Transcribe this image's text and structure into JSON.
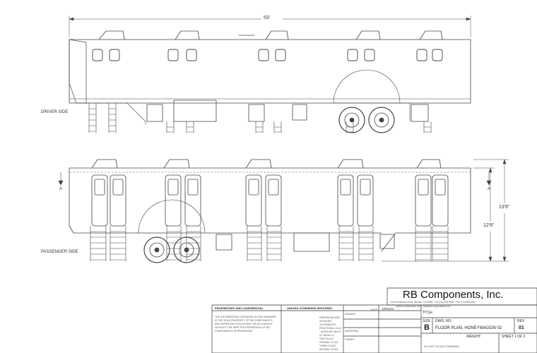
{
  "views": {
    "driver_side_label": "DRIVER SIDE",
    "passenger_side_label": "PASSENGER SIDE",
    "overall_length": "53'",
    "height_1": "13'6\"",
    "height_2": "12'6\"",
    "section_mark": "A"
  },
  "title_block": {
    "company": "RB Components, Inc.",
    "address": "11440 Seaboard Circle, Stanton, CA 90680 · Tel (714) 893-3800 · Fax (714) 893-4811",
    "contact": "www.rb-components.com · sales@rb-components.com",
    "proprietary_heading": "PROPRIETARY AND CONFIDENTIAL",
    "proprietary_text": "THE INFORMATION CONTAINED IN THIS DRAWING IS THE SOLE PROPERTY OF RB COMPONENTS. ANY REPRODUCTION IN PART OR AS A WHOLE WITHOUT THE WRITTEN PERMISSION OF RB COMPONENTS IS PROHIBITED.",
    "tolerance_heading": "UNLESS OTHERWISE SPECIFIED:",
    "tolerance_text": "DIMENSIONS ARE IN INCHES · TOLERANCES: FRACTIONAL ±1/16 · ANGULAR: MACH ±1° BEND ±1° · TWO PLACE DECIMAL ±0.010 · THREE PLACE DECIMAL ±0.005",
    "drawn_label": "DRAWN",
    "date_label": "DATE",
    "date_value": "10/01/12",
    "material_label": "MATERIAL",
    "finish_label": "FINISH",
    "scale_note": "DO NOT SCALE DRAWING",
    "title_label": "TITLE:",
    "size_label": "SIZE",
    "size_value": "B",
    "dwg_no_label": "DWG. NO.",
    "dwg_no_value": "FLOOR PLAN, HONEYWAGON 02",
    "rev_label": "REV",
    "rev_value": "01",
    "weight_label": "WEIGHT:",
    "sheet_label": "SHEET 1 OF 2"
  }
}
